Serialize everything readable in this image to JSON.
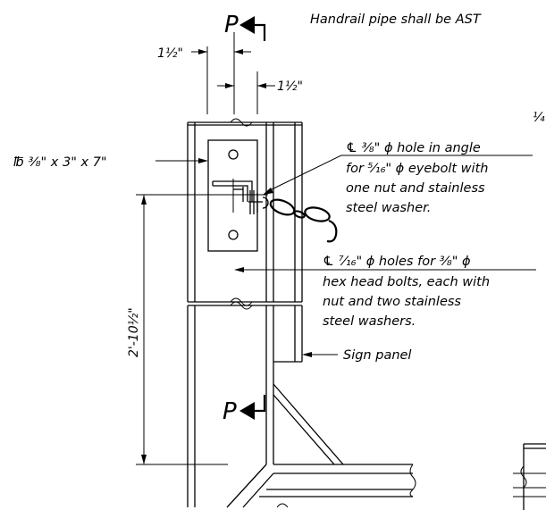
{
  "header_note": "Handrail pipe shall be AST",
  "section_cut_label": "P",
  "dimensions": {
    "left_offset": "1½\"",
    "right_offset": "1½\"",
    "vertical_height": "2'-10½\""
  },
  "plate_label": "℔ ⅜\" x 3\" x 7\"",
  "callout_hole_angle": {
    "line1": "℄ ⅜\" ϕ hole in angle",
    "line2": "for ⁵⁄₁₆\" ϕ eyebolt with",
    "line3": "one nut and stainless",
    "line4": "steel washer."
  },
  "callout_holes_bolts": {
    "line1": "℄ ⁷⁄₁₆\" ϕ holes for ⅜\" ϕ",
    "line2": "hex head bolts, each with",
    "line3": "nut and two stainless",
    "line4": "steel washers."
  },
  "sign_panel_label": "Sign panel",
  "edge_fragment": "¼"
}
